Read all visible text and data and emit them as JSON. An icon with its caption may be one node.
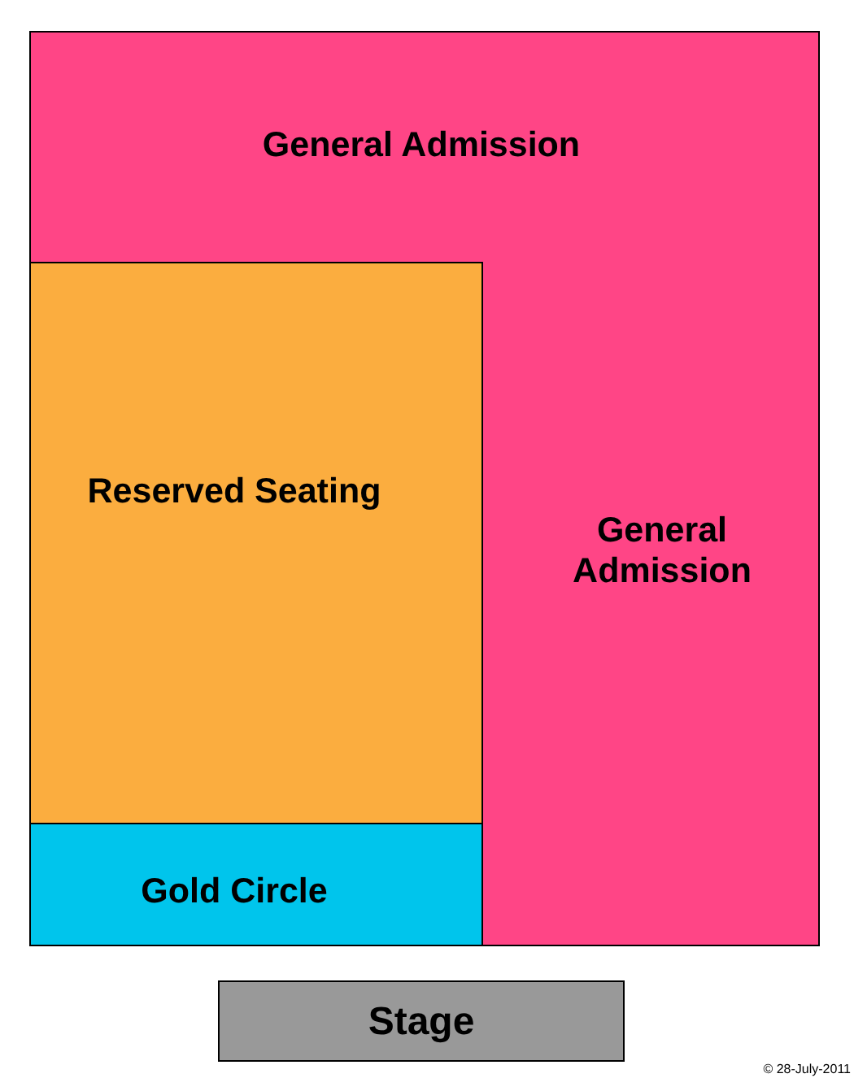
{
  "diagram": {
    "nodes": [
      {
        "text": [
          "General Admission",
          "General Admission"
        ]
      },
      {
        "text": [
          "Reserved Seating"
        ],
        "in": 0
      },
      {
        "text": [
          "Gold Circle"
        ],
        "in": 0
      },
      {
        "text": [
          "Stage"
        ]
      }
    ],
    "labels": [
      "© 28-July-2011"
    ]
  }
}
